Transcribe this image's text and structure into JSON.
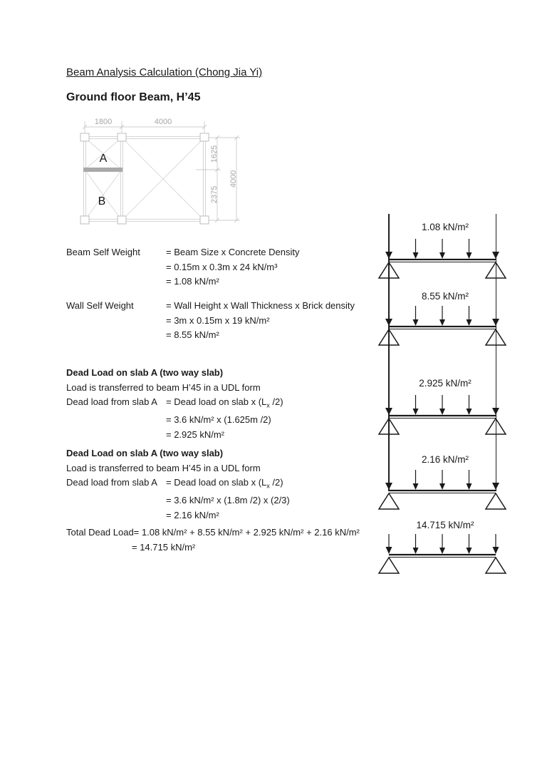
{
  "title": "Beam Analysis Calculation (Chong Jia Yi)",
  "subtitle": "Ground floor Beam, H’45",
  "plan": {
    "dim_top_left": "1800",
    "dim_top_right": "4000",
    "dim_right_upper": "1625",
    "dim_right_lower": "2375",
    "dim_right_total": "4000",
    "slab_a_label": "A",
    "slab_b_label": "B"
  },
  "beam_self_weight": {
    "label": "Beam Self Weight",
    "lines": [
      "= Beam Size x Concrete Density",
      "= 0.15m x 0.3m x 24 kN/m³",
      "= 1.08 kN/m²"
    ]
  },
  "wall_self_weight": {
    "label": "Wall Self Weight",
    "lines": [
      "= Wall Height x Wall Thickness x Brick density",
      "= 3m x 0.15m x 19 kN/m²",
      "= 8.55 kN/m²"
    ]
  },
  "dead_load_slab_1": {
    "heading": "Dead Load on slab A (two way slab)",
    "subheading": "Load is transferred to beam H’45 in a UDL form",
    "label": "Dead load from slab A",
    "formula_pre": "= Dead load on slab x (L",
    "formula_sub": "x",
    "formula_post": " /2)",
    "lines": [
      "= 3.6 kN/m² x (1.625m /2)",
      "= 2.925 kN/m²"
    ]
  },
  "dead_load_slab_2": {
    "heading": "Dead Load on slab A (two way slab)",
    "subheading": "Load is transferred to beam H’45 in a UDL form",
    "label": "Dead load from slab A",
    "formula_pre": "= Dead load on slab x (L",
    "formula_sub": "x",
    "formula_post": " /2)",
    "lines": [
      "= 3.6 kN/m² x (1.8m /2) x (2/3)",
      "= 2.16 kN/m²"
    ]
  },
  "total": {
    "line1": "Total Dead Load= 1.08 kN/m² + 8.55 kN/m² + 2.925 kN/m² + 2.16 kN/m²",
    "line2": "= 14.715 kN/m²"
  },
  "load_diagrams": [
    {
      "load": "1.08 kN/m²"
    },
    {
      "load": "8.55 kN/m²"
    },
    {
      "load": "2.925 kN/m²"
    },
    {
      "load": "2.16 kN/m²"
    },
    {
      "load": "14.715 kN/m²"
    }
  ],
  "colors": {
    "ink": "#1a1a1a",
    "plan_line": "#c9c9c9",
    "plan_dim_text": "#a6a6a6",
    "beam_highlight": "#a9a9a9"
  }
}
